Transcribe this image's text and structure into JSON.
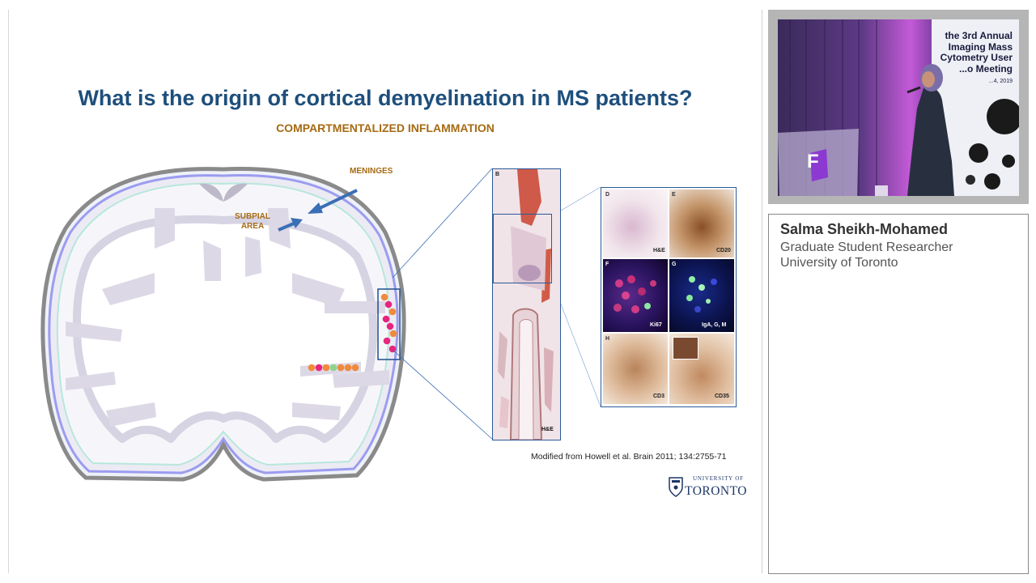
{
  "slide": {
    "title": "What is the origin of cortical demyelination in MS patients?",
    "subtitle": "COMPARTMENTALIZED INFLAMMATION",
    "labels": {
      "meninges": "MENINGES",
      "subpial_line1": "SUBPIAL",
      "subpial_line2": "AREA"
    },
    "panel_labels": [
      "B",
      "H&E",
      "D",
      "H&E",
      "E",
      "CD20",
      "F",
      "Ki67",
      "G",
      "IgA, G, M",
      "H",
      "CD3",
      "CD35"
    ],
    "citation": "Modified from Howell et al. Brain 2011; 134:2755-71",
    "logo": {
      "line1": "UNIVERSITY OF",
      "line2": "TORONTO",
      "icon": "crest-icon"
    },
    "cell_colors": [
      "#f08a3c",
      "#e8257e",
      "#8ed48c"
    ]
  },
  "video": {
    "banner_lines": [
      "the 3rd Annual",
      "Imaging Mass",
      "Cytometry User",
      "...o Meeting"
    ],
    "date": "...4, 2019",
    "podium_logo": "F"
  },
  "speaker": {
    "name": "Salma Sheikh-Mohamed",
    "role": "Graduate Student Researcher",
    "affiliation": "University of Toronto"
  }
}
